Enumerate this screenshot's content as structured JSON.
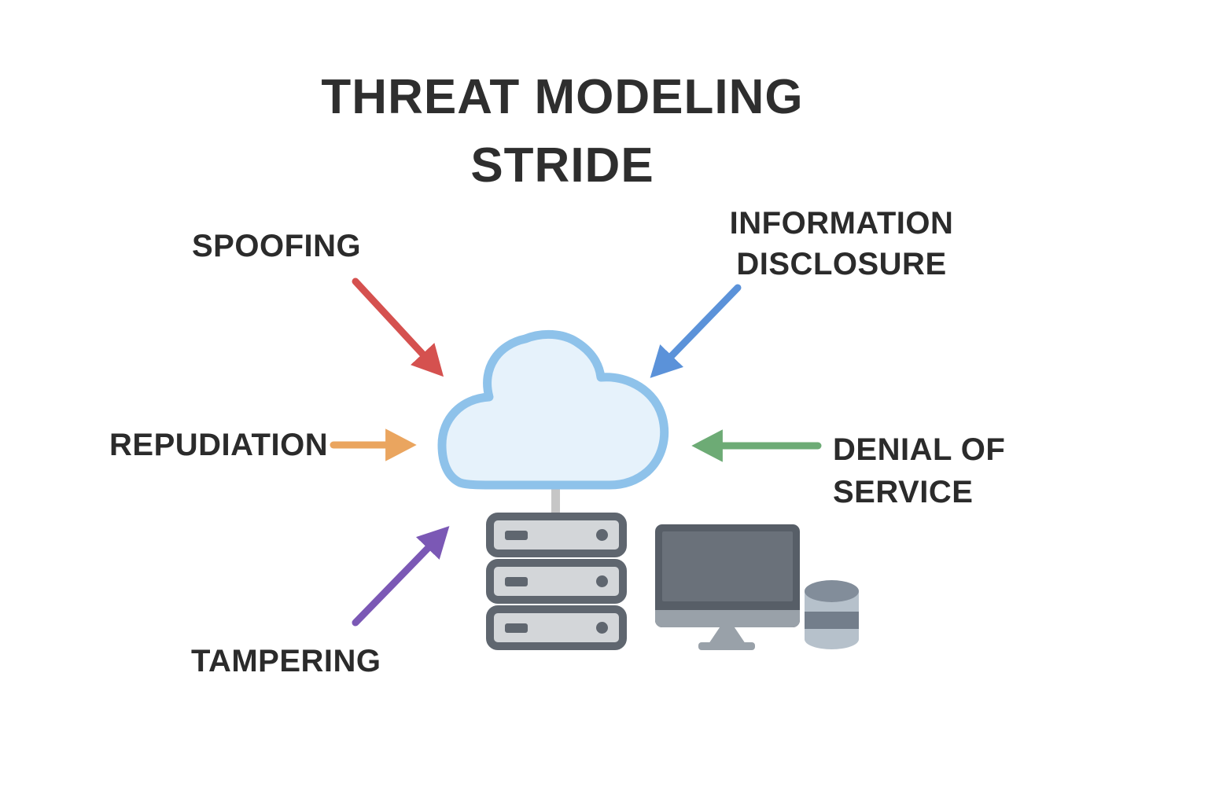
{
  "title": {
    "line1": "THREAT MODELING",
    "line2": "STRIDE"
  },
  "threats": {
    "spoofing": {
      "label": "SPOOFING",
      "color": "#d5514f"
    },
    "tampering": {
      "label": "TAMPERING",
      "color": "#7b58b5"
    },
    "repudiation": {
      "label": "REPUDIATION",
      "color": "#eaa55f"
    },
    "information_disclosure": {
      "label": "INFORMATION DISCLOSURE",
      "line1": "INFORMATION",
      "line2": "DISCLOSURE",
      "color": "#5b92d9"
    },
    "denial_of_service": {
      "label": "DENIAL OF SERVICE",
      "line1": "DENIAL OF",
      "line2": "SERVICE",
      "color": "#6dab75"
    }
  },
  "icons": {
    "cloud": "cloud-icon",
    "server": "server-rack-icon",
    "monitor": "desktop-monitor-icon",
    "database": "database-cylinder-icon"
  },
  "colors": {
    "background": "#ffffff",
    "text": "#2d2d2d",
    "cloud_fill": "#e6f2fb",
    "cloud_stroke": "#8ec2ea",
    "stem": "#c6c6c6",
    "server_border": "#5f666f",
    "server_fill": "#d3d6d9",
    "monitor_frame": "#575e67",
    "monitor_screen": "#6a717a",
    "monitor_chin": "#99a1a9",
    "db_top": "#828d9a",
    "db_light": "#b6c1cb",
    "db_dark": "#737e8b"
  }
}
